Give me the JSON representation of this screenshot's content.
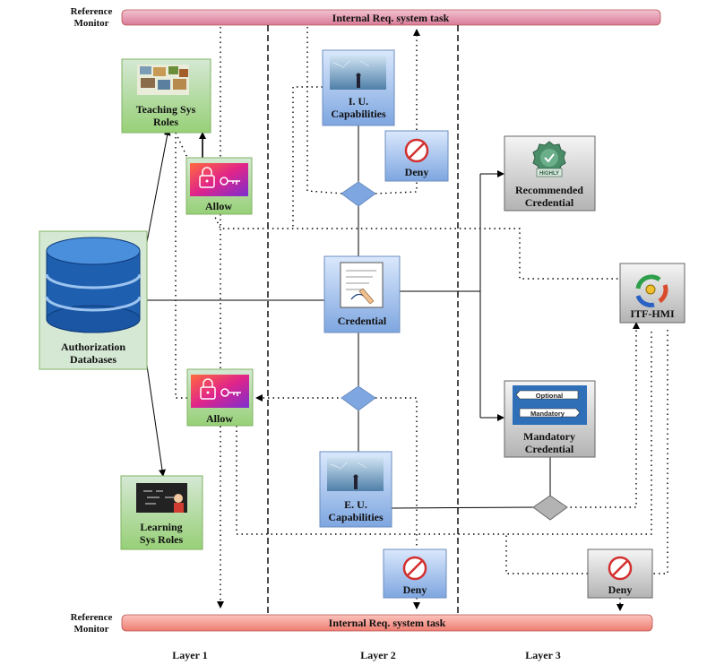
{
  "reference_monitor": [
    "Reference",
    "Monitor"
  ],
  "top_bar": {
    "label": "Internal Req. system task"
  },
  "bottom_bar": {
    "label": "Internal Req. system task"
  },
  "layers": [
    "Layer 1",
    "Layer 2",
    "Layer 3"
  ],
  "nodes": {
    "authorization_db": [
      "Authorization",
      "Databases"
    ],
    "teaching_roles": [
      "Teaching Sys",
      "Roles"
    ],
    "learning_roles": [
      "Learning",
      "Sys Roles"
    ],
    "allow_top": "Allow",
    "allow_bottom": "Allow",
    "iu_capabilities": [
      "I. U.",
      "Capabilities"
    ],
    "eu_capabilities": [
      "E. U.",
      "Capabilities"
    ],
    "deny_top": "Deny",
    "deny_bottom_mid": "Deny",
    "deny_bottom_right": "Deny",
    "credential": "Credential",
    "recommended_credential": [
      "Recommended",
      "Credential"
    ],
    "mandatory_credential": [
      "Mandatory",
      "Credential"
    ],
    "itf_hmi": "ITF-HMI"
  },
  "sign_texts": {
    "optional": "Optional",
    "mandatory": "Mandatory",
    "badge": "HIGHLY"
  },
  "colors": {
    "green_fill": "#d5e8d4",
    "green_stroke": "#82b366",
    "blue_fill": "#a9c4eb",
    "blue_stroke": "#6c8ebf",
    "gray_fill": "#e6e6e6",
    "gray_stroke": "#666666",
    "bar_top": "#e7a0b4",
    "bar_bottom": "#f8a9a0",
    "diamond_blue": "#7ea6e0",
    "diamond_gray": "#b3b3b3"
  }
}
